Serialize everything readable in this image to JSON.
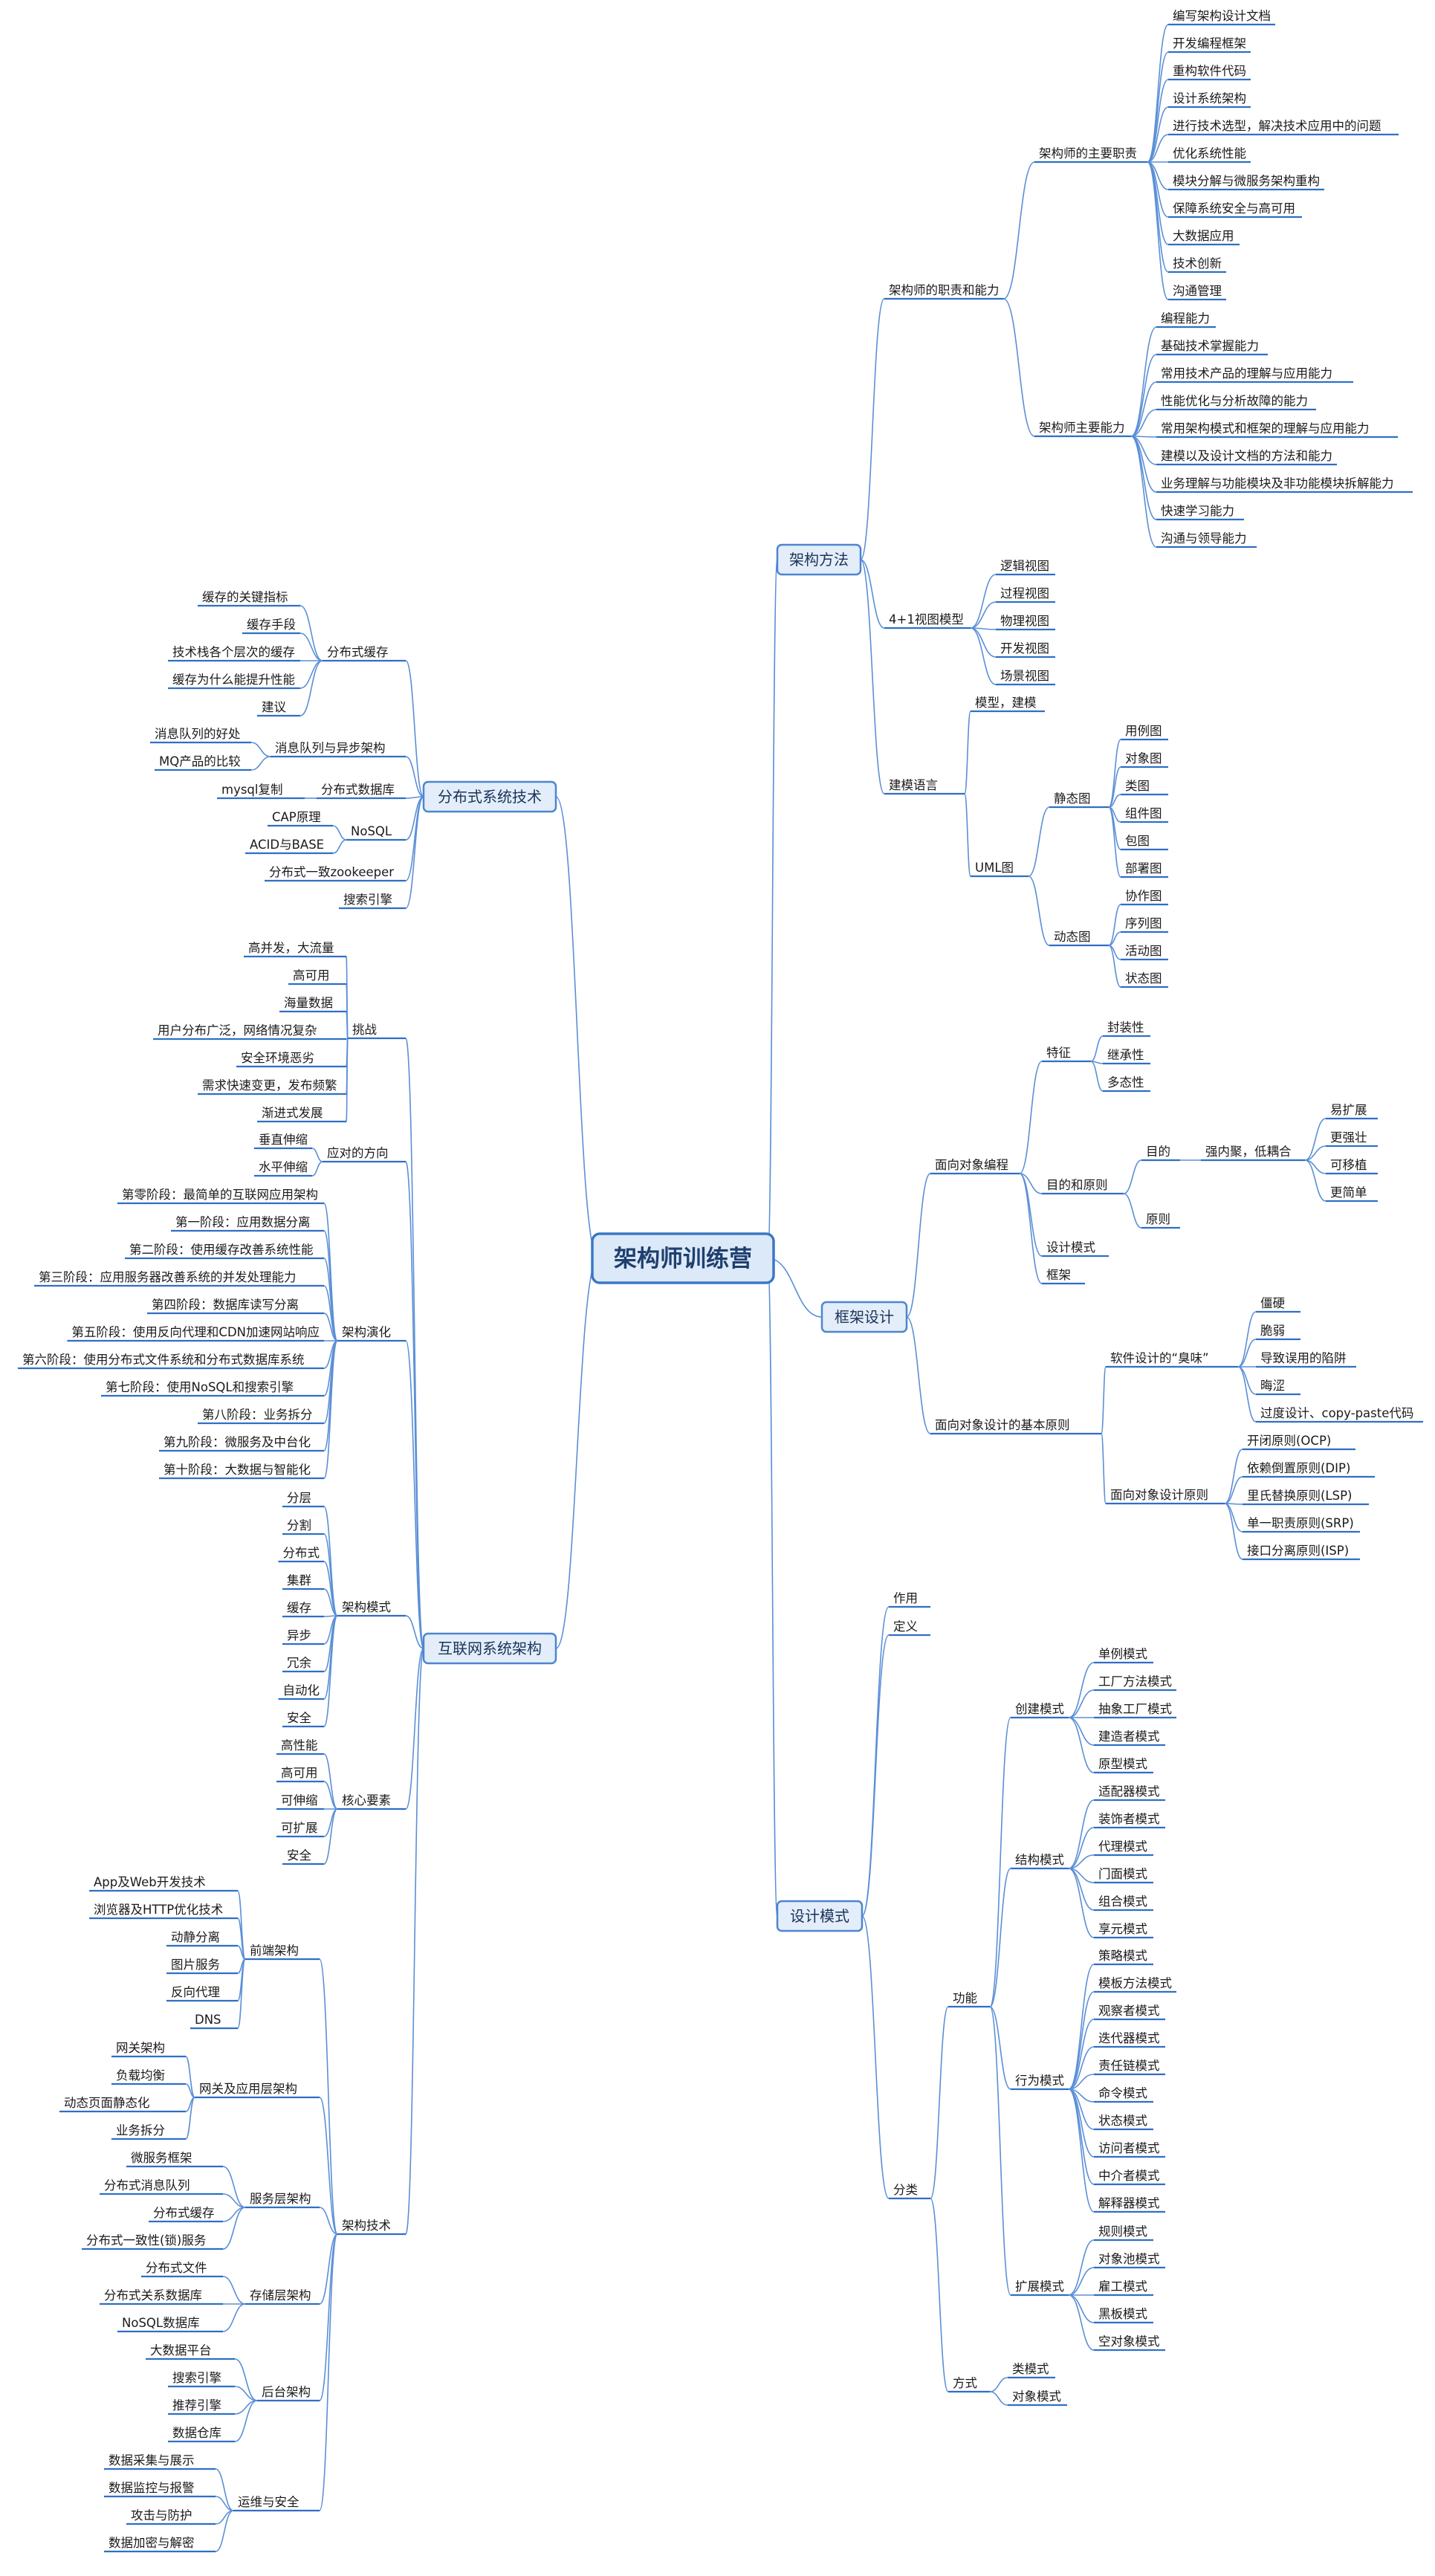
{
  "root": "架构师训练营",
  "sections": [
    {
      "label": "架构方法",
      "children": [
        {
          "label": "架构师的职责和能力",
          "children": [
            {
              "label": "架构师的主要职责",
              "children": [
                {
                  "label": "编写架构设计文档"
                },
                {
                  "label": "开发编程框架"
                },
                {
                  "label": "重构软件代码"
                },
                {
                  "label": "设计系统架构"
                },
                {
                  "label": "进行技术选型，解决技术应用中的问题"
                },
                {
                  "label": "优化系统性能"
                },
                {
                  "label": "模块分解与微服务架构重构"
                },
                {
                  "label": "保障系统安全与高可用"
                },
                {
                  "label": "大数据应用"
                },
                {
                  "label": "技术创新"
                },
                {
                  "label": "沟通管理"
                }
              ]
            },
            {
              "label": "架构师主要能力",
              "children": [
                {
                  "label": "编程能力"
                },
                {
                  "label": "基础技术掌握能力"
                },
                {
                  "label": "常用技术产品的理解与应用能力"
                },
                {
                  "label": "性能优化与分析故障的能力"
                },
                {
                  "label": "常用架构模式和框架的理解与应用能力"
                },
                {
                  "label": "建模以及设计文档的方法和能力"
                },
                {
                  "label": "业务理解与功能模块及非功能模块拆解能力"
                },
                {
                  "label": "快速学习能力"
                },
                {
                  "label": "沟通与领导能力"
                }
              ]
            }
          ]
        },
        {
          "label": "4+1视图模型",
          "children": [
            {
              "label": "逻辑视图"
            },
            {
              "label": "过程视图"
            },
            {
              "label": "物理视图"
            },
            {
              "label": "开发视图"
            },
            {
              "label": "场景视图"
            }
          ]
        },
        {
          "label": "建模语言",
          "children": [
            {
              "label": "模型，建模"
            },
            {
              "label": "UML图",
              "children": [
                {
                  "label": "静态图",
                  "children": [
                    {
                      "label": "用例图"
                    },
                    {
                      "label": "对象图"
                    },
                    {
                      "label": "类图"
                    },
                    {
                      "label": "组件图"
                    },
                    {
                      "label": "包图"
                    },
                    {
                      "label": "部署图"
                    }
                  ]
                },
                {
                  "label": "动态图",
                  "children": [
                    {
                      "label": "协作图"
                    },
                    {
                      "label": "序列图"
                    },
                    {
                      "label": "活动图"
                    },
                    {
                      "label": "状态图"
                    }
                  ]
                }
              ]
            }
          ]
        }
      ]
    },
    {
      "label": "框架设计",
      "children": [
        {
          "label": "面向对象编程",
          "children": [
            {
              "label": "特征",
              "children": [
                {
                  "label": "封装性"
                },
                {
                  "label": "继承性"
                },
                {
                  "label": "多态性"
                }
              ]
            },
            {
              "label": "目的和原则",
              "children": [
                {
                  "label": "目的",
                  "children": [
                    {
                      "label": "强内聚，低耦合",
                      "children": [
                        {
                          "label": "易扩展"
                        },
                        {
                          "label": "更强壮"
                        },
                        {
                          "label": "可移植"
                        },
                        {
                          "label": "更简单"
                        }
                      ]
                    }
                  ]
                },
                {
                  "label": "原则"
                }
              ]
            },
            {
              "label": "设计模式"
            },
            {
              "label": "框架"
            }
          ]
        },
        {
          "label": "面向对象设计的基本原则",
          "children": [
            {
              "label": "软件设计的“臭味”",
              "children": [
                {
                  "label": "僵硬"
                },
                {
                  "label": "脆弱"
                },
                {
                  "label": "导致误用的陷阱"
                },
                {
                  "label": "晦涩"
                },
                {
                  "label": "过度设计、copy-paste代码"
                }
              ]
            },
            {
              "label": "面向对象设计原则",
              "children": [
                {
                  "label": "开闭原则(OCP)"
                },
                {
                  "label": "依赖倒置原则(DIP)"
                },
                {
                  "label": "里氏替换原则(LSP)"
                },
                {
                  "label": "单一职责原则(SRP)"
                },
                {
                  "label": "接口分离原则(ISP)"
                }
              ]
            }
          ]
        }
      ]
    },
    {
      "label": "设计模式",
      "children": [
        {
          "label": "作用"
        },
        {
          "label": "定义"
        },
        {
          "label": "分类",
          "children": [
            {
              "label": "功能",
              "children": [
                {
                  "label": "创建模式",
                  "children": [
                    {
                      "label": "单例模式"
                    },
                    {
                      "label": "工厂方法模式"
                    },
                    {
                      "label": "抽象工厂模式"
                    },
                    {
                      "label": "建造者模式"
                    },
                    {
                      "label": "原型模式"
                    }
                  ]
                },
                {
                  "label": "结构模式",
                  "children": [
                    {
                      "label": "适配器模式"
                    },
                    {
                      "label": "装饰者模式"
                    },
                    {
                      "label": "代理模式"
                    },
                    {
                      "label": "门面模式"
                    },
                    {
                      "label": "组合模式"
                    },
                    {
                      "label": "享元模式"
                    }
                  ]
                },
                {
                  "label": "行为模式",
                  "children": [
                    {
                      "label": "策略模式"
                    },
                    {
                      "label": "模板方法模式"
                    },
                    {
                      "label": "观察者模式"
                    },
                    {
                      "label": "迭代器模式"
                    },
                    {
                      "label": "责任链模式"
                    },
                    {
                      "label": "命令模式"
                    },
                    {
                      "label": "状态模式"
                    },
                    {
                      "label": "访问者模式"
                    },
                    {
                      "label": "中介者模式"
                    },
                    {
                      "label": "解释器模式"
                    }
                  ]
                },
                {
                  "label": "扩展模式",
                  "children": [
                    {
                      "label": "规则模式"
                    },
                    {
                      "label": "对象池模式"
                    },
                    {
                      "label": "雇工模式"
                    },
                    {
                      "label": "黑板模式"
                    },
                    {
                      "label": "空对象模式"
                    }
                  ]
                }
              ]
            },
            {
              "label": "方式",
              "children": [
                {
                  "label": "类模式"
                },
                {
                  "label": "对象模式"
                }
              ]
            }
          ]
        }
      ]
    },
    {
      "label": "分布式系统技术",
      "children": [
        {
          "label": "分布式缓存",
          "children": [
            {
              "label": "缓存的关键指标"
            },
            {
              "label": "缓存手段"
            },
            {
              "label": "技术栈各个层次的缓存"
            },
            {
              "label": "缓存为什么能提升性能"
            },
            {
              "label": "建议"
            }
          ]
        },
        {
          "label": "消息队列与异步架构",
          "children": [
            {
              "label": "消息队列的好处"
            },
            {
              "label": "MQ产品的比较"
            }
          ]
        },
        {
          "label": "分布式数据库",
          "children": [
            {
              "label": "mysql复制"
            }
          ]
        },
        {
          "label": "NoSQL",
          "children": [
            {
              "label": "CAP原理"
            },
            {
              "label": "ACID与BASE"
            }
          ]
        },
        {
          "label": "分布式一致zookeeper"
        },
        {
          "label": "搜索引擎"
        }
      ]
    },
    {
      "label": "互联网系统架构",
      "children": [
        {
          "label": "挑战",
          "children": [
            {
              "label": "高并发，大流量"
            },
            {
              "label": "高可用"
            },
            {
              "label": "海量数据"
            },
            {
              "label": "用户分布广泛，网络情况复杂"
            },
            {
              "label": "安全环境恶劣"
            },
            {
              "label": "需求快速变更，发布频繁"
            },
            {
              "label": "渐进式发展"
            }
          ]
        },
        {
          "label": "应对的方向",
          "children": [
            {
              "label": "垂直伸缩"
            },
            {
              "label": "水平伸缩"
            }
          ]
        },
        {
          "label": "架构演化",
          "children": [
            {
              "label": "第零阶段：最简单的互联网应用架构"
            },
            {
              "label": "第一阶段：应用数据分离"
            },
            {
              "label": "第二阶段：使用缓存改善系统性能"
            },
            {
              "label": "第三阶段：应用服务器改善系统的并发处理能力"
            },
            {
              "label": "第四阶段：数据库读写分离"
            },
            {
              "label": "第五阶段：使用反向代理和CDN加速网站响应"
            },
            {
              "label": "第六阶段：使用分布式文件系统和分布式数据库系统"
            },
            {
              "label": "第七阶段：使用NoSQL和搜索引擎"
            },
            {
              "label": "第八阶段：业务拆分"
            },
            {
              "label": "第九阶段：微服务及中台化"
            },
            {
              "label": "第十阶段：大数据与智能化"
            }
          ]
        },
        {
          "label": "架构模式",
          "children": [
            {
              "label": "分层"
            },
            {
              "label": "分割"
            },
            {
              "label": "分布式"
            },
            {
              "label": "集群"
            },
            {
              "label": "缓存"
            },
            {
              "label": "异步"
            },
            {
              "label": "冗余"
            },
            {
              "label": "自动化"
            },
            {
              "label": "安全"
            }
          ]
        },
        {
          "label": "核心要素",
          "children": [
            {
              "label": "高性能"
            },
            {
              "label": "高可用"
            },
            {
              "label": "可伸缩"
            },
            {
              "label": "可扩展"
            },
            {
              "label": "安全"
            }
          ]
        },
        {
          "label": "架构技术",
          "children": [
            {
              "label": "前端架构",
              "children": [
                {
                  "label": "App及Web开发技术"
                },
                {
                  "label": "浏览器及HTTP优化技术"
                },
                {
                  "label": "动静分离"
                },
                {
                  "label": "图片服务"
                },
                {
                  "label": "反向代理"
                },
                {
                  "label": "DNS"
                }
              ]
            },
            {
              "label": "网关及应用层架构",
              "children": [
                {
                  "label": "网关架构"
                },
                {
                  "label": "负载均衡"
                },
                {
                  "label": "动态页面静态化"
                },
                {
                  "label": "业务拆分"
                }
              ]
            },
            {
              "label": "服务层架构",
              "children": [
                {
                  "label": "微服务框架"
                },
                {
                  "label": "分布式消息队列"
                },
                {
                  "label": "分布式缓存"
                },
                {
                  "label": "分布式一致性(锁)服务"
                }
              ]
            },
            {
              "label": "存储层架构",
              "children": [
                {
                  "label": "分布式文件"
                },
                {
                  "label": "分布式关系数据库"
                },
                {
                  "label": "NoSQL数据库"
                }
              ]
            },
            {
              "label": "后台架构",
              "children": [
                {
                  "label": "大数据平台"
                },
                {
                  "label": "搜索引擎"
                },
                {
                  "label": "推荐引擎"
                },
                {
                  "label": "数据仓库"
                }
              ]
            },
            {
              "label": "运维与安全",
              "children": [
                {
                  "label": "数据采集与展示"
                },
                {
                  "label": "数据监控与报警"
                },
                {
                  "label": "攻击与防护"
                },
                {
                  "label": "数据加密与解密"
                }
              ]
            }
          ]
        }
      ]
    }
  ]
}
